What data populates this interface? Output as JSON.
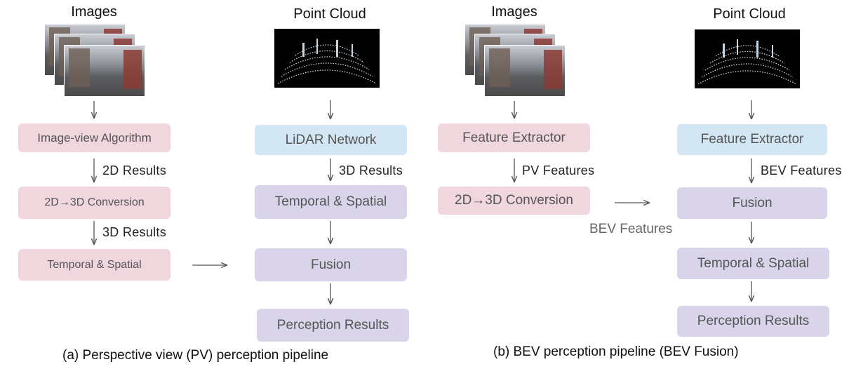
{
  "panel_a": {
    "images_title": "Images",
    "pointcloud_title": "Point Cloud",
    "image_view_algorithm": "Image-view Algorithm",
    "label_2d_results": "2D Results",
    "conversion_2d_3d": "2D→3D Conversion",
    "label_3d_results_left": "3D Results",
    "temporal_spatial_left": "Temporal & Spatial",
    "lidar_network": "LiDAR Network",
    "label_3d_results_right": "3D Results",
    "temporal_spatial_right": "Temporal & Spatial",
    "fusion": "Fusion",
    "perception_results": "Perception Results",
    "caption": "(a) Perspective view (PV) perception pipeline"
  },
  "panel_b": {
    "images_title": "Images",
    "pointcloud_title": "Point Cloud",
    "feature_extractor_left": "Feature Extractor",
    "label_pv_features": "PV Features",
    "conversion_2d_3d": "2D→3D Conversion",
    "label_bev_features_mid": "BEV Features",
    "feature_extractor_right": "Feature Extractor",
    "label_bev_features_right": "BEV Features",
    "fusion": "Fusion",
    "temporal_spatial": "Temporal & Spatial",
    "perception_results": "Perception Results",
    "caption": "(b) BEV perception pipeline (BEV Fusion)"
  },
  "colors": {
    "camera_branch": "#f0d6dd",
    "lidar_branch": "#d3e6f3",
    "shared_stage": "#d9d4ea"
  }
}
